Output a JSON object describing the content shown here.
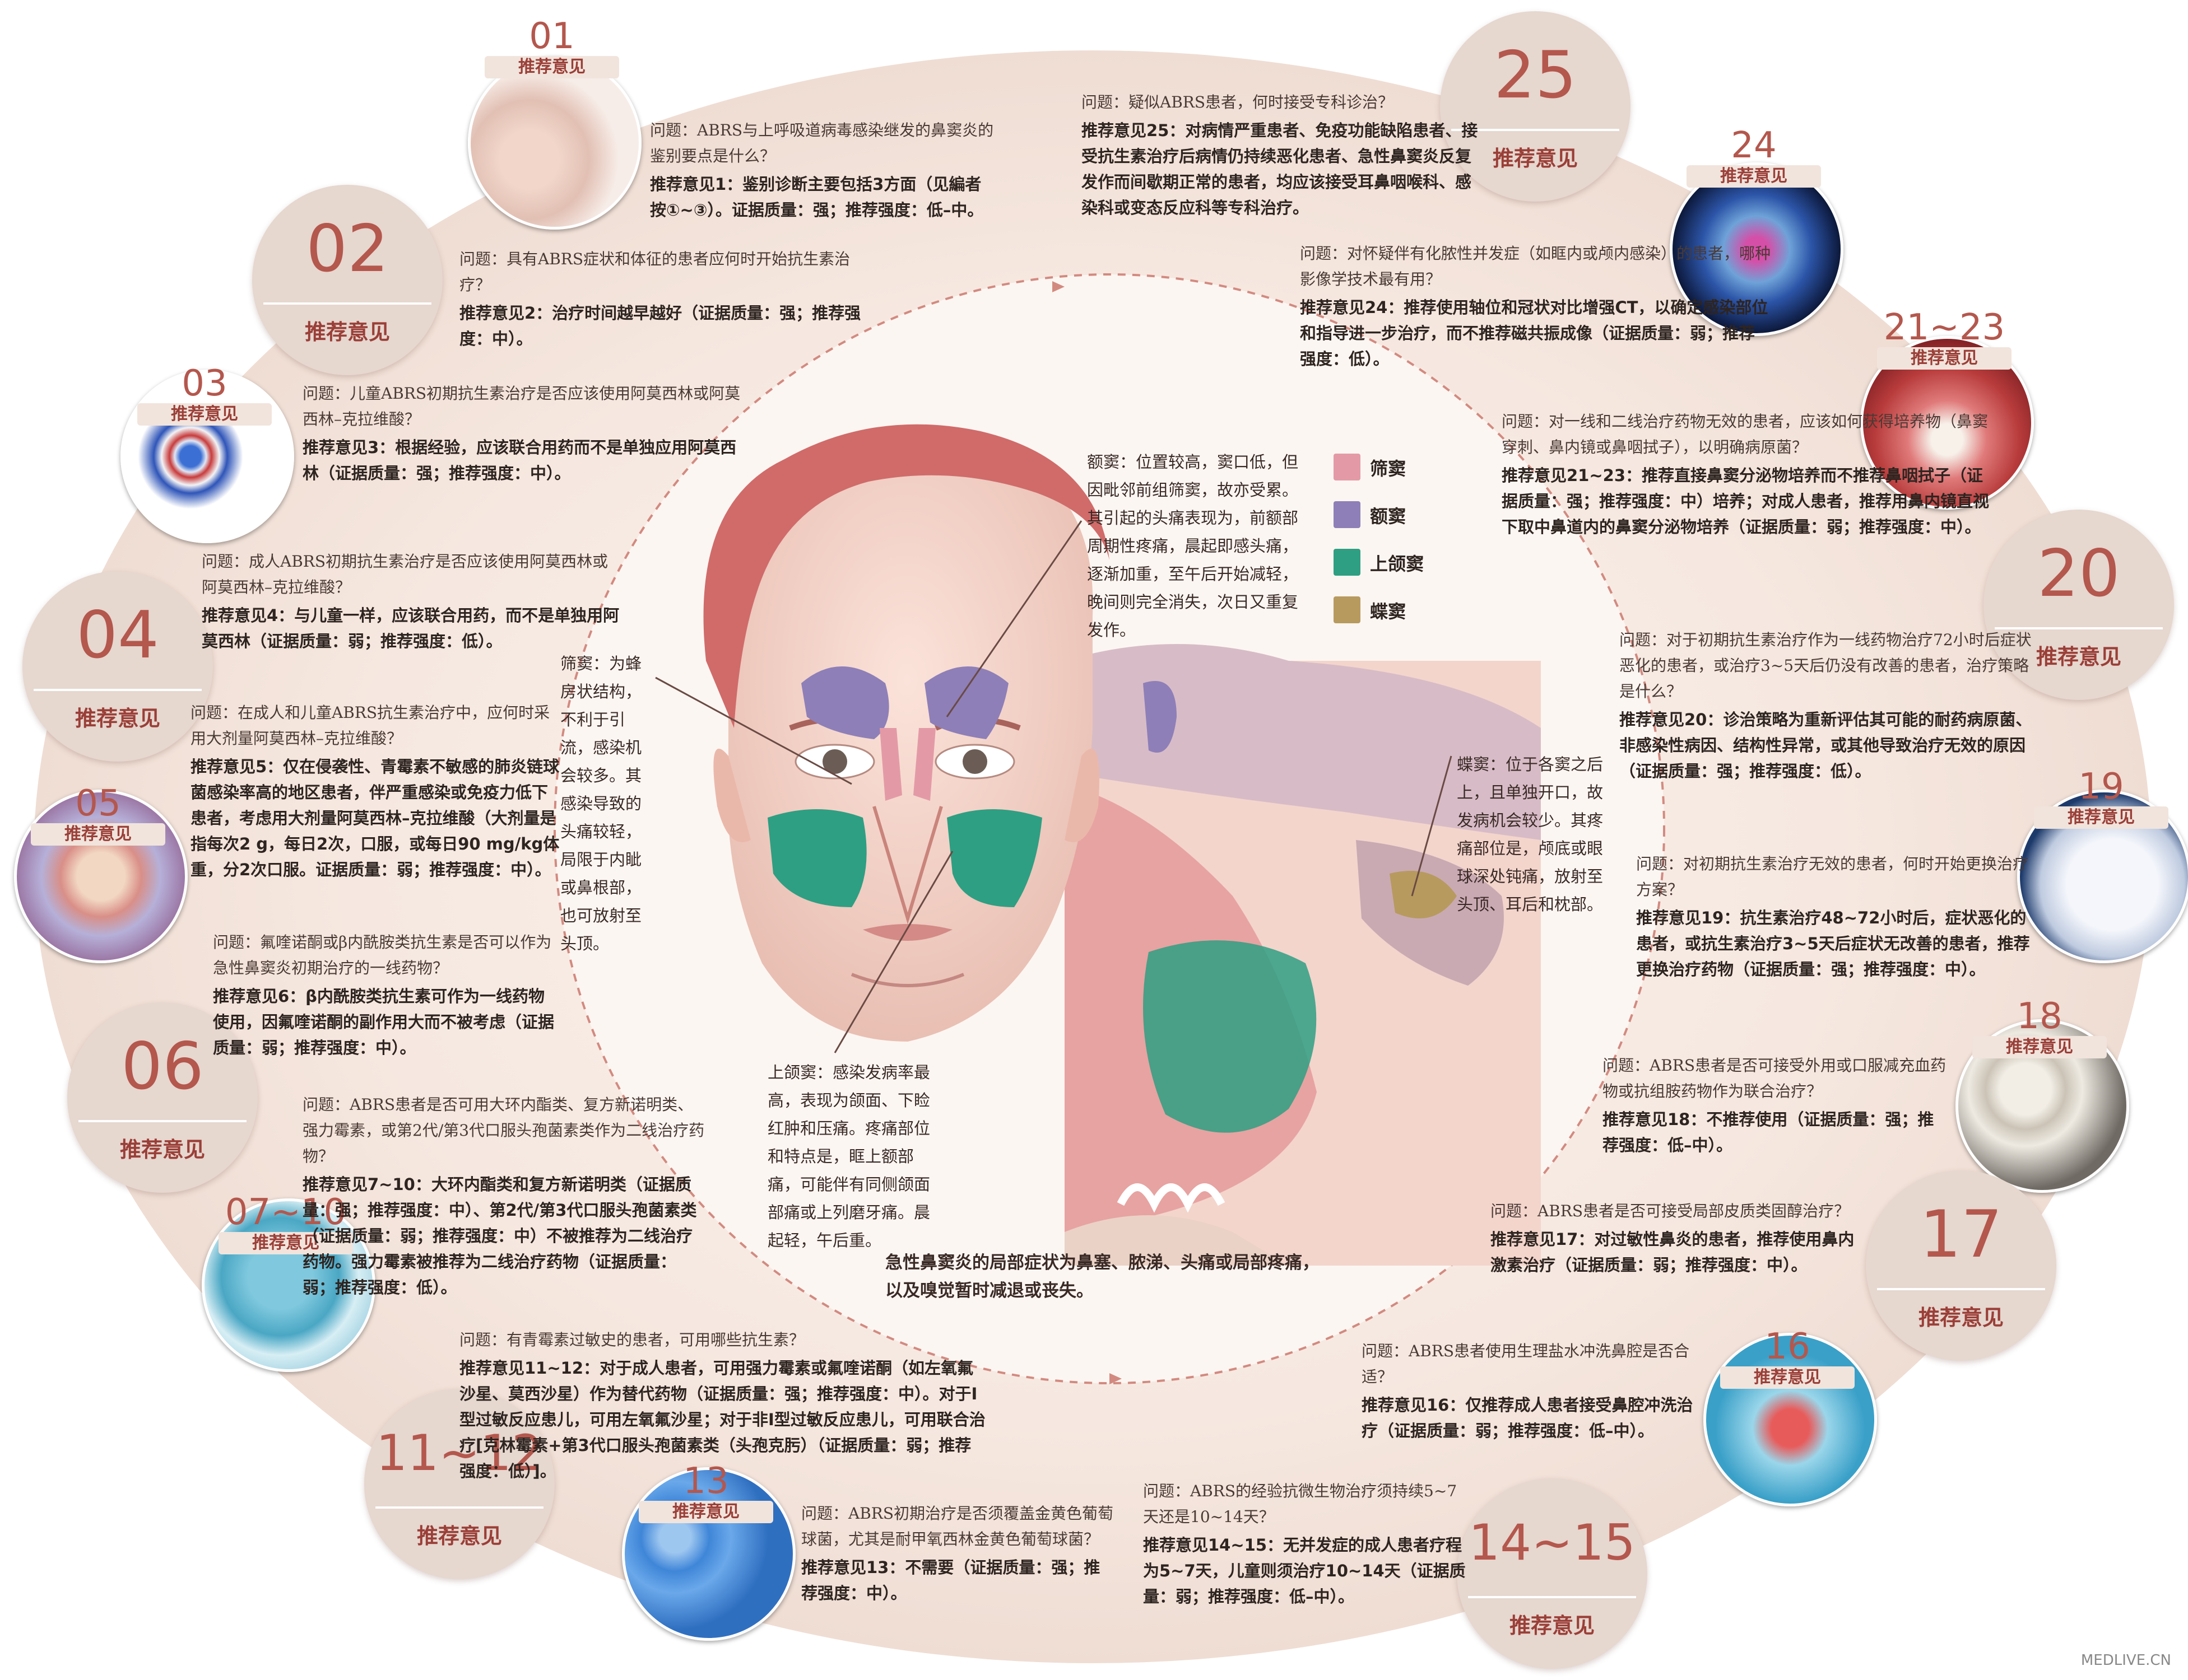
{
  "recommendations": [
    {
      "id": "01",
      "q": "问题：ABRS与上呼吸道病毒感染继发的鼻窦炎的鉴别要点是什么？",
      "a": "推荐意见1：鉴别诊断主要包括3方面（见編者按①~③）。证据质量：强；推荐强度：低–中。"
    },
    {
      "id": "02",
      "q": "问题：具有ABRS症状和体征的患者应何时开始抗生素治疗？",
      "a": "推荐意见2：治疗时间越早越好（证据质量：强；推荐强度：中）。"
    },
    {
      "id": "03",
      "q": "问题：儿童ABRS初期抗生素治疗是否应该使用阿莫西林或阿莫西林–克拉维酸？",
      "a": "推荐意见3：根据经验，应该联合用药而不是单独应用阿莫西林（证据质量：强；推荐强度：中）。"
    },
    {
      "id": "04",
      "q": "问题：成人ABRS初期抗生素治疗是否应该使用阿莫西林或阿莫西林–克拉维酸？",
      "a": "推荐意见4：与儿童一样，应该联合用药，而不是单独用阿莫西林（证据质量：弱；推荐强度：低）。"
    },
    {
      "id": "05",
      "q": "问题：在成人和儿童ABRS抗生素治疗中，应何时采用大剂量阿莫西林–克拉维酸？",
      "a": "推荐意见5：仅在侵袭性、青霉素不敏感的肺炎链球菌感染率高的地区患者，伴严重感染或免疫力低下患者，考虑用大剂量阿莫西林–克拉维酸（大剂量是指每次2 g，每日2次，口服，或每日90 mg/kg体重，分2次口服。证据质量：弱；推荐强度：中）。"
    },
    {
      "id": "06",
      "q": "问题：氟喹诺酮或β内酰胺类抗生素是否可以作为急性鼻窦炎初期治疗的一线药物？",
      "a": "推荐意见6：β内酰胺类抗生素可作为一线药物使用，因氟喹诺酮的副作用大而不被考虑（证据质量：弱；推荐强度：中）。"
    },
    {
      "id": "07~10",
      "q": "问题：ABRS患者是否可用大环内酯类、复方新诺明类、强力霉素，或第2代/第3代口服头孢菌素类作为二线治疗药物？",
      "a": "推荐意见7~10：大环内酯类和复方新诺明类（证据质量：强；推荐强度：中）、第2代/第3代口服头孢菌素类（证据质量：弱；推荐强度：中）不被推荐为二线治疗药物。强力霉素被推荐为二线治疗药物（证据质量：弱；推荐强度：低）。"
    },
    {
      "id": "11~12",
      "q": "问题：有青霉素过敏史的患者，可用哪些抗生素？",
      "a": "推荐意见11~12：对于成人患者，可用强力霉素或氟喹诺酮（如左氧氟沙星、莫西沙星）作为替代药物（证据质量：强；推荐强度：中）。对于Ⅰ型过敏反应患儿，可用左氧氟沙星；对于非Ⅰ型过敏反应患儿，可用联合治疗[克林霉素+第3代口服头孢菌素类（头孢克肟）（证据质量：弱；推荐强度：低）]。"
    },
    {
      "id": "13",
      "q": "问题：ABRS初期治疗是否须覆盖金黄色葡萄球菌，尤其是耐甲氧西林金黄色葡萄球菌？",
      "a": "推荐意见13：不需要（证据质量：强；推荐强度：中）。"
    },
    {
      "id": "14~15",
      "q": "问题：ABRS的经验抗微生物治疗须持续5~7天还是10~14天？",
      "a": "推荐意见14~15：无并发症的成人患者疗程为5~7天，儿童则须治疗10~14天（证据质量：弱；推荐强度：低–中）。"
    },
    {
      "id": "16",
      "q": "问题：ABRS患者使用生理盐水冲洗鼻腔是否合适？",
      "a": "推荐意见16：仅推荐成人患者接受鼻腔冲洗治疗（证据质量：弱；推荐强度：低–中）。"
    },
    {
      "id": "17",
      "q": "问题：ABRS患者是否可接受局部皮质类固醇治疗？",
      "a": "推荐意见17：对过敏性鼻炎的患者，推荐使用鼻内激素治疗（证据质量：弱；推荐强度：中）。"
    },
    {
      "id": "18",
      "q": "问题：ABRS患者是否可接受外用或口服减充血药物或抗组胺药物作为联合治疗？",
      "a": "推荐意见18：不推荐使用（证据质量：强；推荐强度：低–中）。"
    },
    {
      "id": "19",
      "q": "问题：对初期抗生素治疗无效的患者，何时开始更换治疗方案？",
      "a": "推荐意见19：抗生素治疗48~72小时后，症状恶化的患者，或抗生素治疗3~5天后症状无改善的患者，推荐更换治疗药物（证据质量：强；推荐强度：中）。"
    },
    {
      "id": "20",
      "q": "问题：对于初期抗生素治疗作为一线药物治疗72小时后症状恶化的患者，或治疗3~5天后仍没有改善的患者，治疗策略是什么？",
      "a": "推荐意见20：诊治策略为重新评估其可能的耐药病原菌、非感染性病因、结构性异常，或其他导致治疗无效的原因（证据质量：强；推荐强度：低）。"
    },
    {
      "id": "21~23",
      "q": "问题：对一线和二线治疗药物无效的患者，应该如何获得培养物（鼻窦穿刺、鼻内镜或鼻咽拭子），以明确病原菌？",
      "a": "推荐意见21~23：推荐直接鼻窦分泌物培养而不推荐鼻咽拭子（证据质量：强；推荐强度：中）培养；对成人患者，推荐用鼻内镜直视下取中鼻道内的鼻窦分泌物培养（证据质量：弱；推荐强度：中）。"
    },
    {
      "id": "24",
      "q": "问题：对怀疑伴有化脓性并发症（如眶内或颅内感染）的患者，哪种影像学技术最有用？",
      "a": "推荐意见24：推荐使用轴位和冠状对比增强CT，以确定感染部位和指导进一步治疗，而不推荐磁共振成像（证据质量：弱；推荐强度：低）。"
    },
    {
      "id": "25",
      "q": "问题：疑似ABRS患者，何时接受专科诊治？",
      "a": "推荐意见25：对病情严重患者、免疫功能缺陷患者、接受抗生素治疗后病情仍持续恶化患者、急性鼻窦炎反复发作而间歇期正常的患者，均应该接受耳鼻咽喉科、感染科或变态反应科等专科治疗。"
    }
  ],
  "badge_label": "推荐意见",
  "anatomy": {
    "frontal": "额窦：位置较高，窦口低，但因毗邻前组筛窦，故亦受累。其引起的头痛表现为，前额部周期性疼痛，晨起即感头痛，逐渐加重，至午后开始减轻，晚间则完全消失，次日又重复发作。",
    "ethmoid": "筛窦：为蜂房状结构，不利于引流，感染机会较多。其感染导致的头痛较轻，局限于内眦或鼻根部，也可放射至头顶。",
    "sphenoid": "蝶窦：位于各窦之后上，且单独开口，故发病机会较少。其疼痛部位是，颅底或眼球深处钝痛，放射至头顶、耳后和枕部。",
    "maxillary": "上颌窦：感染发病率最高，表现为颌面、下睑红肿和压痛。疼痛部位和特点是，眶上额部痛，可能伴有同侧颌面部痛或上列磨牙痛。晨起轻，午后重。",
    "summary": "急性鼻窦炎的局部症状为鼻塞、脓涕、头痛或局部疼痛，以及嗅觉暂时减退或丧失。"
  },
  "legend": [
    {
      "label": "筛窦",
      "color": "#e39aa6"
    },
    {
      "label": "额窦",
      "color": "#8e7fb8"
    },
    {
      "label": "上颌窦",
      "color": "#2e9f82"
    },
    {
      "label": "蝶窦",
      "color": "#b79a5e"
    }
  ],
  "watermark": "MEDLIVE.CN",
  "colors": {
    "accent": "#b4574d",
    "ring": "#f2e4db",
    "badge": "#e6d7cf"
  }
}
